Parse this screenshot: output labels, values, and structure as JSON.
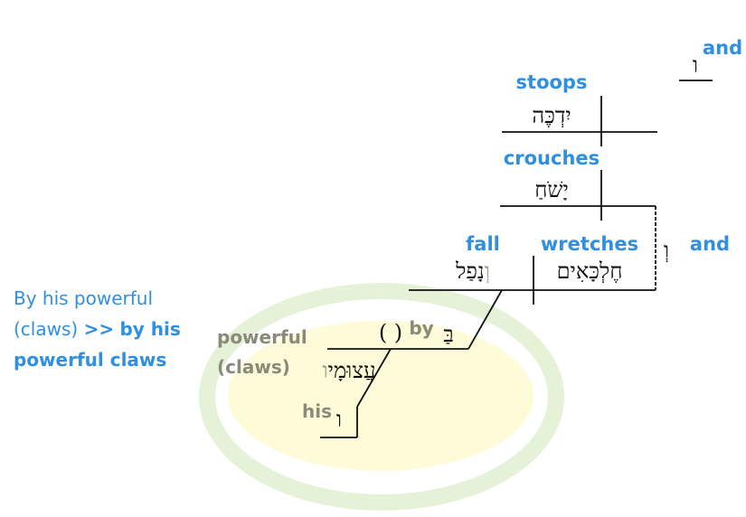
{
  "diagram": {
    "colors": {
      "english_gloss": "#2f8fe0",
      "highlight_gloss": "#8a8a7a",
      "ellipse_outer": "#e6f2d8",
      "ellipse_inner": "#fdfbd8"
    },
    "top_conjunction": {
      "hebrew": "ו",
      "gloss": "and"
    },
    "clause1": {
      "hebrew": "יִדְכֶּה",
      "gloss": "stoops"
    },
    "clause2": {
      "hebrew": "יָשֹׁחַ",
      "gloss": "crouches"
    },
    "clause3": {
      "conjunction": {
        "hebrew": "וְ",
        "gloss": "and"
      },
      "verb": {
        "hebrew_prefix": "וְ",
        "hebrew": "נָפַל",
        "gloss": "fall"
      },
      "subject": {
        "hebrew": "חֶלְכָּאִים",
        "gloss": "wretches"
      }
    },
    "prep_phrase": {
      "preposition": {
        "hebrew": "בַּ",
        "gloss": "by",
        "placeholder": "( )"
      },
      "object": {
        "hebrew": "עֲצוּמָי",
        "hebrew_suffix": "ו",
        "gloss_line1": "powerful",
        "gloss_line2": "(claws)"
      },
      "possessive": {
        "hebrew": "ו",
        "gloss": "his"
      }
    }
  },
  "side_note": {
    "plain": "By his powerful (claws)",
    "arrow": ">>",
    "bold": "by his powerful claws"
  }
}
